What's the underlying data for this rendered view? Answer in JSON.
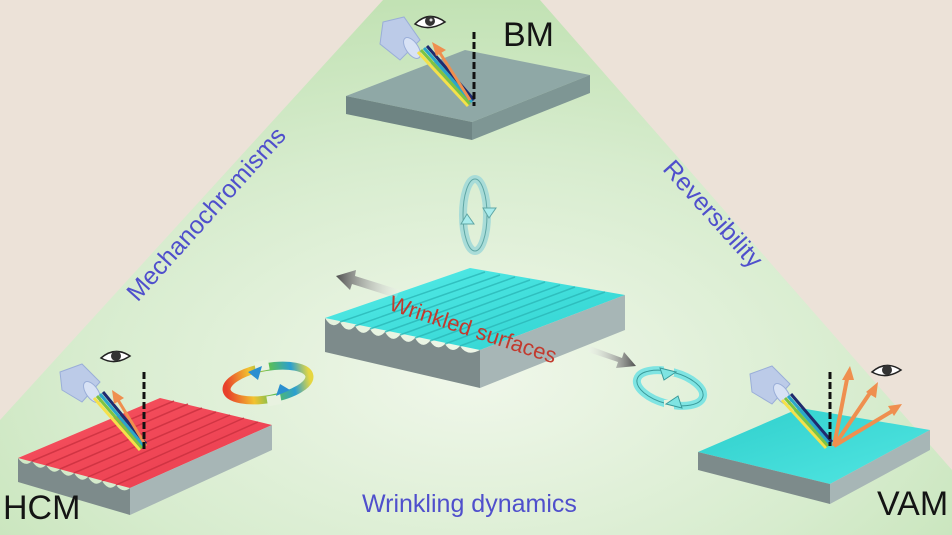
{
  "diagram": {
    "title_center": "Wrinkled surfaces",
    "corners": {
      "top": "BM",
      "bottom_left": "HCM",
      "bottom_right": "VAM"
    },
    "edges": {
      "left": "Mechanochromisms",
      "right": "Reversibility",
      "bottom": "Wrinkling dynamics"
    },
    "colors": {
      "background": "#ece2d8",
      "triangle_fill": "#c8e4bc",
      "label_blue": "#4f4fcc",
      "center_label_red": "#c23a2e",
      "bm_surface": "#8fa8a6",
      "hcm_surface": "#f24858",
      "vam_surface": "#3fd6d2",
      "wrinkled_surface": "#43e2e0",
      "reflected_light": "#ef8f4f"
    },
    "icons": [
      "eye-icon",
      "light-source-icon",
      "spectrum-beam",
      "normal-line",
      "cycle-arrows-icon",
      "stretch-arrow"
    ]
  }
}
